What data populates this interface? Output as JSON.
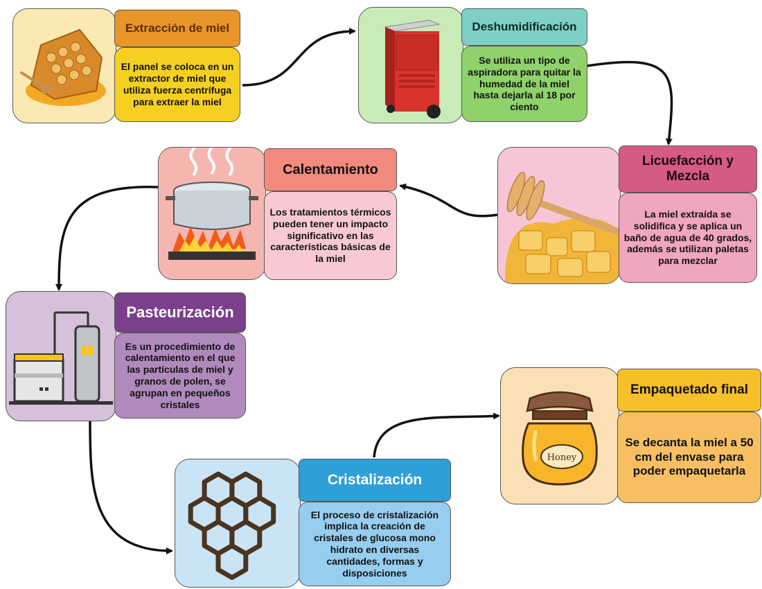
{
  "steps": [
    {
      "title": "Extracción de miel",
      "desc": "El panel se coloca en un extractor de miel que utiliza fuerza centrífuga para extraer la miel"
    },
    {
      "title": "Deshumidificación",
      "desc": "Se utiliza un tipo de aspiradora para quitar la humedad de la miel hasta dejarla al 18 por ciento"
    },
    {
      "title": "Licuefacción y Mezcla",
      "desc": "La miel extraída se solidifica y se aplica un baño de agua de 40 grados, además se utilizan paletas para mezclar"
    },
    {
      "title": "Calentamiento",
      "desc": "Los tratamientos térmicos pueden tener un impacto significativo en las características básicas de la miel"
    },
    {
      "title": "Pasteurización",
      "desc": "Es un procedimiento de calentamiento en el que las partículas de miel y granos de polen, se agrupan en pequeños cristales"
    },
    {
      "title": "Cristalización",
      "desc": "El proceso de cristalización implica la creación de cristales de glucosa mono hidrato en diversas cantidades, formas y disposiciones"
    },
    {
      "title": "Empaquetado final",
      "desc": "Se decanta la miel a 50 cm del envase para poder empaquetarla"
    }
  ],
  "jar_label": "Honey",
  "colors": {
    "extraccion_title": "#e8962a",
    "extraccion_desc": "#f5d020",
    "extraccion_img": "#fbe9b4",
    "deshum_title": "#7ecfc5",
    "deshum_desc": "#8fd16a",
    "deshum_img": "#c9ebb8",
    "licue_title": "#d65a86",
    "licue_desc": "#f0a5c0",
    "licue_img": "#f7c6d6",
    "calent_title": "#f28a7e",
    "calent_desc": "#f8c9d3",
    "calent_img": "#f6b6b0",
    "pasteur_title": "#7b3f8c",
    "pasteur_desc": "#b08abd",
    "pasteur_img": "#d5c1da",
    "cristal_title": "#2f9fd8",
    "cristal_desc": "#97cdee",
    "cristal_img": "#c9e4f5",
    "empaq_title": "#f7c02a",
    "empaq_desc": "#f7bf62",
    "empaq_img": "#fbe0b6"
  }
}
